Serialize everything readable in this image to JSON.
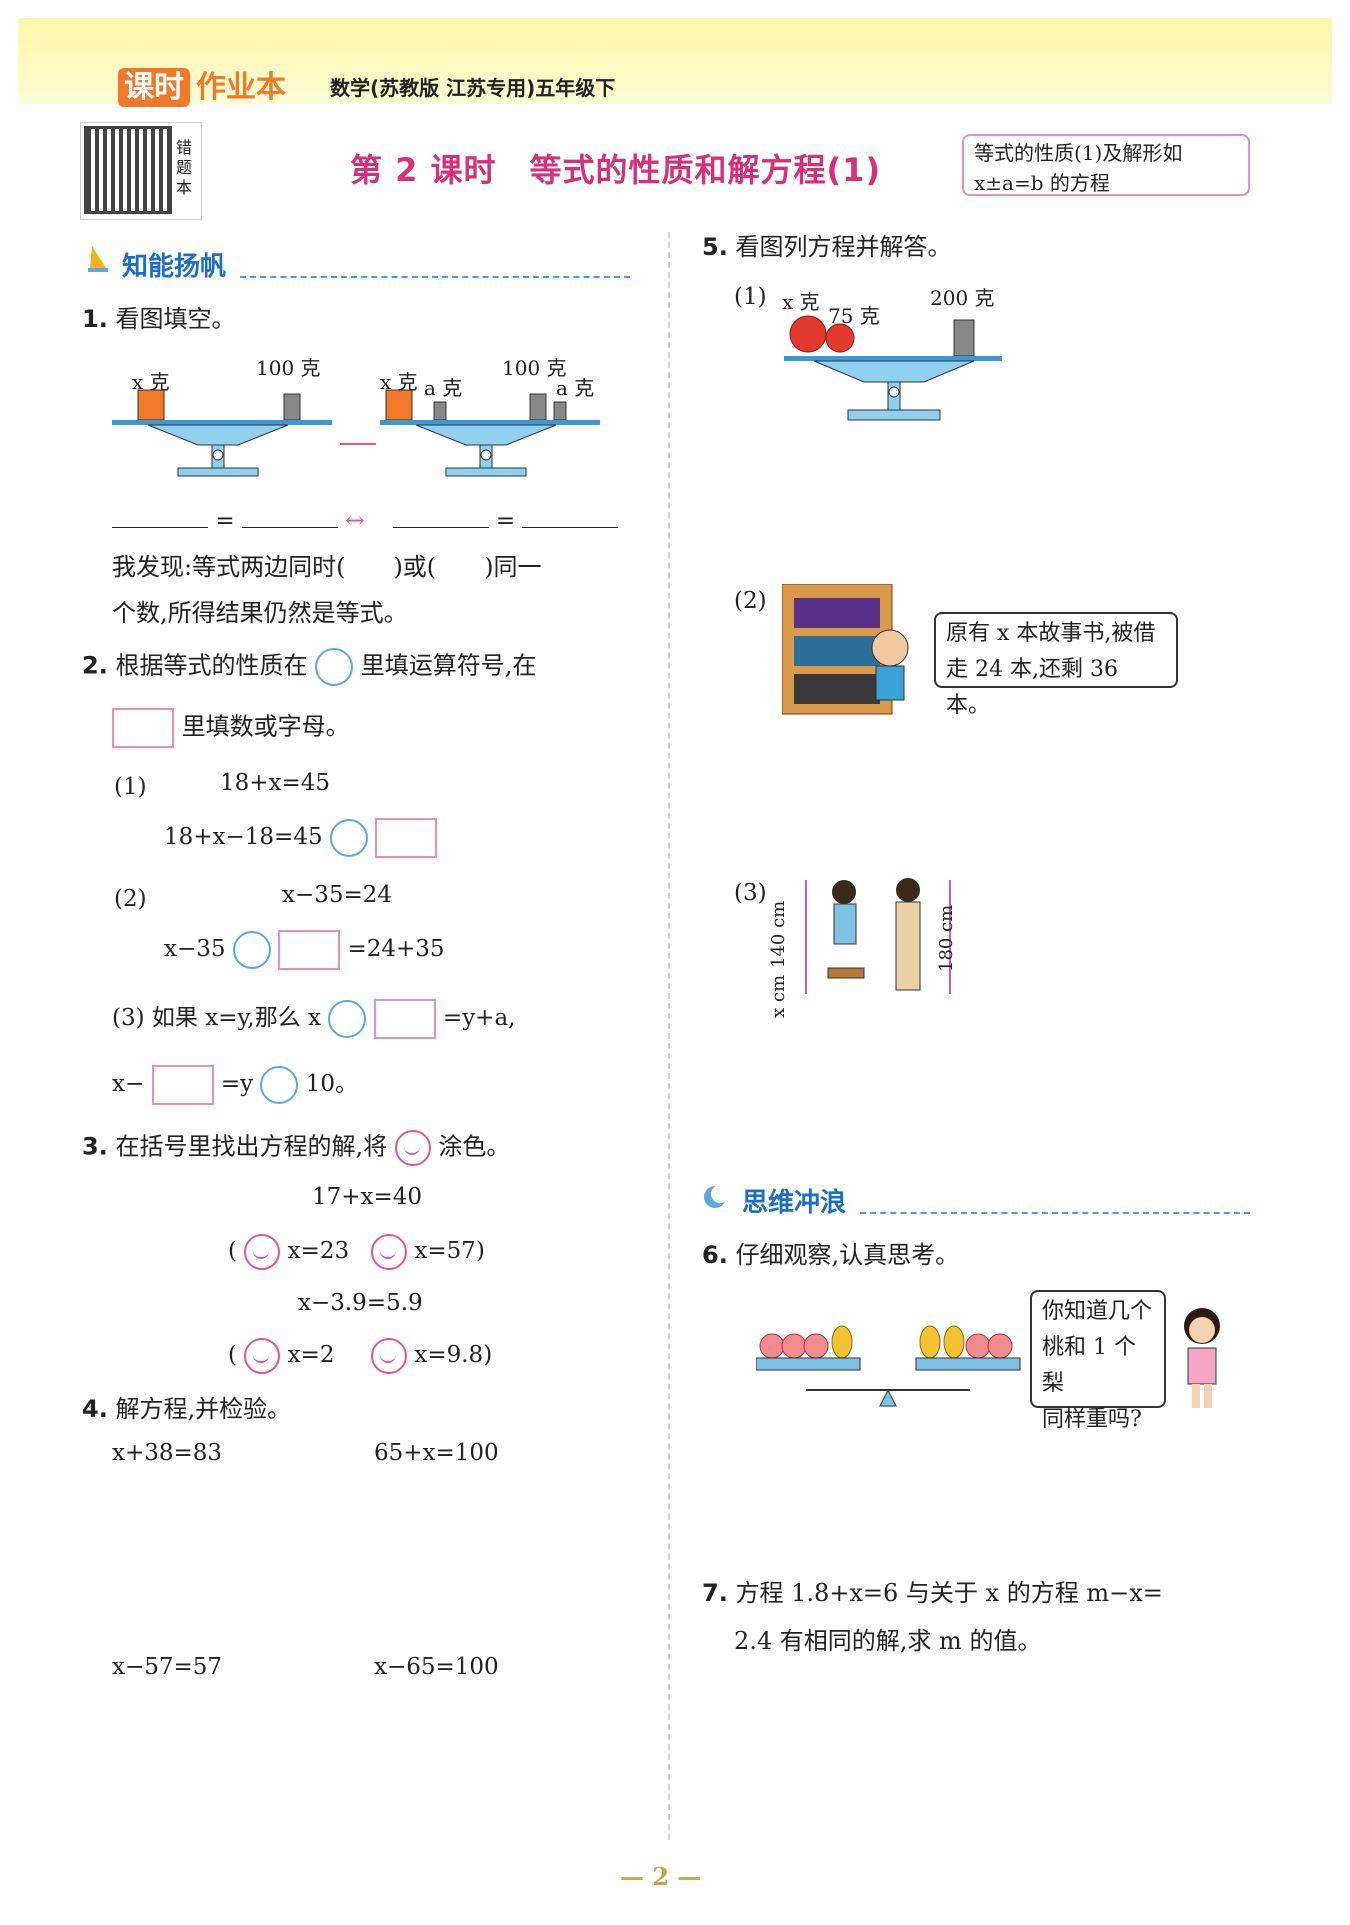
{
  "header": {
    "brand_a": "课时",
    "brand_b": "作业本",
    "subtitle": "数学(苏教版 江苏专用)五年级下",
    "qr_label": "错题本"
  },
  "lesson": {
    "title": "第 2 课时　等式的性质和解方程(1)",
    "topic_line1": "等式的性质(1)及解形如",
    "topic_line2": "x±a=b 的方程"
  },
  "sections": {
    "s1": "知能扬帆",
    "s2": "思维冲浪"
  },
  "q1": {
    "stem": "看图填空。",
    "num": "1.",
    "left_x": "x 克",
    "left_100": "100 克",
    "right_x": "x 克",
    "right_a1": "a 克",
    "right_100": "100 克",
    "right_a2": "a 克",
    "eq1": "=",
    "eq2": "=",
    "find_line1": "我发现:等式两边同时(　　)或(　　)同一",
    "find_line2": "个数,所得结果仍然是等式。"
  },
  "q2": {
    "num": "2.",
    "stem1": "根据等式的性质在",
    "stem2": "里填运算符号,在",
    "stem3": "里填数或字母。",
    "p1_label": "(1)",
    "p1_eq": "18+x=45",
    "p1_step": "18+x−18=45",
    "p2_label": "(2)",
    "p2_eq": "x−35=24",
    "p2_step_a": "x−35",
    "p2_step_b": "=24+35",
    "p3_a": "(3) 如果 x=y,那么 x",
    "p3_b": "=y+a,",
    "p3_c": "x−",
    "p3_d": "=y",
    "p3_e": "10。"
  },
  "q3": {
    "num": "3.",
    "stem_a": "在括号里找出方程的解,将",
    "stem_b": "涂色。",
    "eq1": "17+x=40",
    "opt1a": "x=23",
    "opt1b": "x=57)",
    "eq2": "x−3.9=5.9",
    "opt2a": "x=2",
    "opt2b": "x=9.8)",
    "paren": "("
  },
  "q4": {
    "num": "4.",
    "stem": "解方程,并检验。",
    "e1": "x+38=83",
    "e2": "65+x=100",
    "e3": "x−57=57",
    "e4": "x−65=100"
  },
  "q5": {
    "num": "5.",
    "stem": "看图列方程并解答。",
    "p1_label": "(1)",
    "p1_x": "x 克",
    "p1_75": "75 克",
    "p1_200": "200 克",
    "p2_label": "(2)",
    "p2_bubble1": "原有 x 本故事书,被借",
    "p2_bubble2": "走 24 本,还剩 36 本。",
    "p3_label": "(3)",
    "p3_140": "140 cm",
    "p3_x": "x cm",
    "p3_180": "180 cm"
  },
  "q6": {
    "num": "6.",
    "stem": "仔细观察,认真思考。",
    "bubble1": "你知道几个",
    "bubble2": "桃和 1 个梨",
    "bubble3": "同样重吗?"
  },
  "q7": {
    "num": "7.",
    "line1": "方程 1.8+x=6 与关于 x 的方程 m−x=",
    "line2": "2.4 有相同的解,求 m 的值。"
  },
  "footer": {
    "page": "— 2 —"
  },
  "colors": {
    "title_pink": "#d6307a",
    "section_blue": "#1e6fc4",
    "circle_blue": "#5aa8e6",
    "square_pink": "#e88fb8",
    "brand_orange": "#f07a2a"
  }
}
